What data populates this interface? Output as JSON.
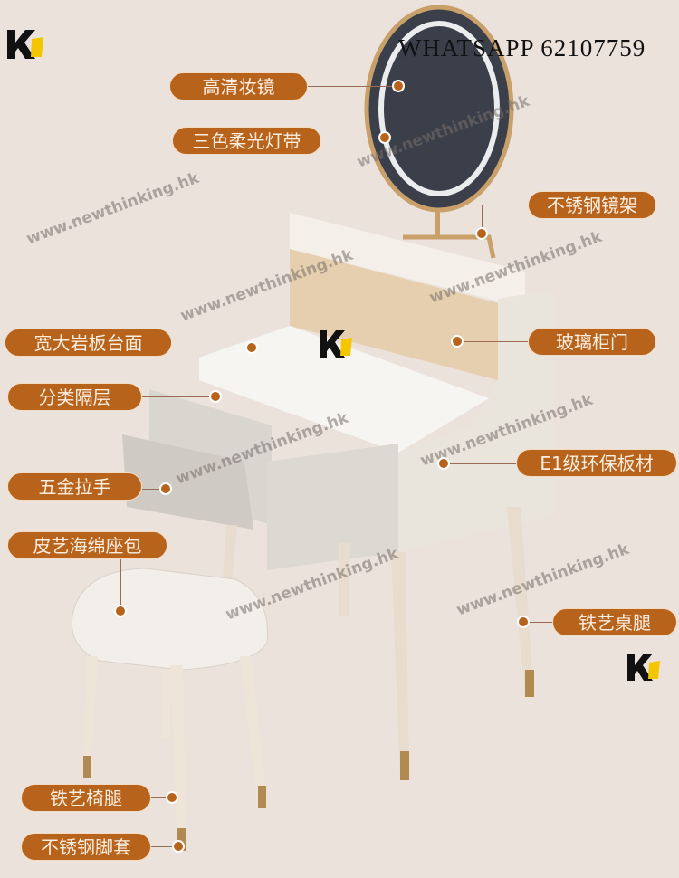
{
  "watermark_contact": "WHATSAPP 62107759",
  "watermark_url": "www.newthinking.hk",
  "logo_letter": "K",
  "labels": {
    "mirror": "高清妆镜",
    "light_strip": "三色柔光灯带",
    "mirror_stand": "不锈钢镜架",
    "tabletop": "宽大岩板台面",
    "glass_door": "玻璃柜门",
    "compartments": "分类隔层",
    "board": "E1级环保板材",
    "handles": "五金拉手",
    "cushion": "皮艺海绵座包",
    "table_legs": "铁艺桌腿",
    "chair_legs": "铁艺椅腿",
    "foot_covers": "不锈钢脚套"
  },
  "colors": {
    "label_bg": "#b8631b",
    "background": "#ece2dc"
  }
}
